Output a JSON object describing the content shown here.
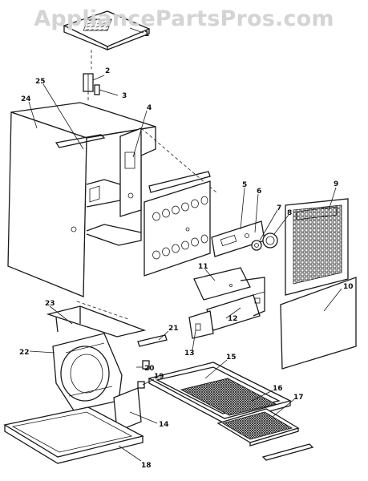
{
  "watermark": "AppliancePartsPros.com",
  "callouts": [
    {
      "key": "c1",
      "text": "1"
    },
    {
      "key": "c2",
      "text": "2"
    },
    {
      "key": "c3",
      "text": "3"
    },
    {
      "key": "c4",
      "text": "4"
    },
    {
      "key": "c5",
      "text": "5"
    },
    {
      "key": "c6",
      "text": "6"
    },
    {
      "key": "c7",
      "text": "7"
    },
    {
      "key": "c8",
      "text": "8"
    },
    {
      "key": "c9",
      "text": "9"
    },
    {
      "key": "c10",
      "text": "10"
    },
    {
      "key": "c11",
      "text": "11"
    },
    {
      "key": "c12",
      "text": "12"
    },
    {
      "key": "c13",
      "text": "13"
    },
    {
      "key": "c14",
      "text": "14"
    },
    {
      "key": "c15",
      "text": "15"
    },
    {
      "key": "c16",
      "text": "16"
    },
    {
      "key": "c17",
      "text": "17"
    },
    {
      "key": "c18",
      "text": "18"
    },
    {
      "key": "c19",
      "text": "19"
    },
    {
      "key": "c20",
      "text": "20"
    },
    {
      "key": "c21",
      "text": "21"
    },
    {
      "key": "c22",
      "text": "22"
    },
    {
      "key": "c23",
      "text": "23"
    },
    {
      "key": "c24",
      "text": "24"
    },
    {
      "key": "c25",
      "text": "25"
    }
  ]
}
